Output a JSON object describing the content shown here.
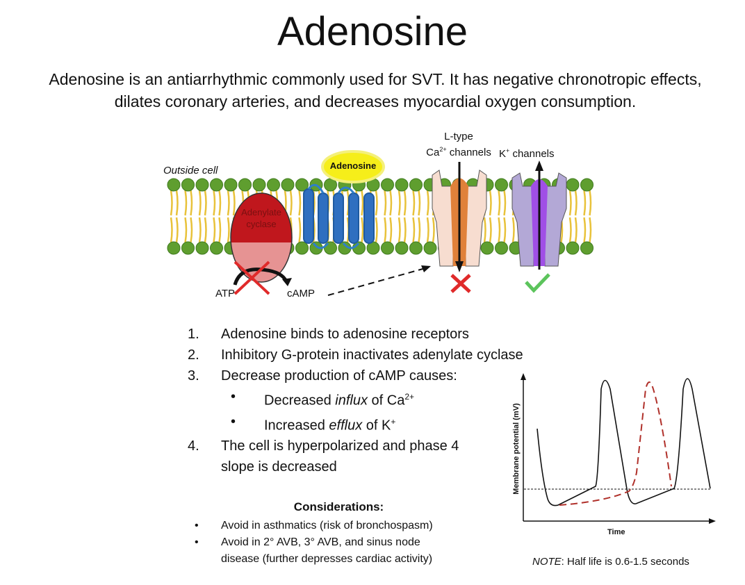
{
  "title": "Adenosine",
  "intro": "Adenosine is an antiarrhythmic commonly used for SVT. It has negative chronotropic effects, dilates coronary arteries, and decreases myocardial oxygen consumption.",
  "diagram": {
    "outside_cell": "Outside cell",
    "adenosine": "Adenosine",
    "adenylate_cyclase_1": "Adenylate",
    "adenylate_cyclase_2": "cyclase",
    "ca_channel_1": "L-type",
    "ca_channel_2_base": "Ca",
    "ca_channel_2_sup": "2+",
    "ca_channel_2_rest": " channels",
    "k_channel_base": "K",
    "k_channel_sup": "+",
    "k_channel_rest": " channels",
    "atp": "ATP",
    "camp": "cAMP"
  },
  "steps": [
    {
      "n": "1.",
      "text": "Adenosine binds to adenosine receptors"
    },
    {
      "n": "2.",
      "text": "Inhibitory G-protein inactivates adenylate cyclase"
    },
    {
      "n": "3.",
      "text": "Decrease production of cAMP causes:"
    },
    {
      "n": "4.",
      "text": "The cell is hyperpolarized and phase 4",
      "text2": "slope is decreased"
    }
  ],
  "substeps": [
    {
      "bullet": "•",
      "pre": "Decreased ",
      "em": "influx",
      "post": " of Ca",
      "sup": "2+"
    },
    {
      "bullet": "•",
      "pre": "Increased ",
      "em": "efflux",
      "post": " of K",
      "sup": "+"
    }
  ],
  "considerations": {
    "title": "Considerations:",
    "items": [
      {
        "bullet": "•",
        "line1": "Avoid in asthmatics (risk of bronchospasm)"
      },
      {
        "bullet": "•",
        "line1": "Avoid in 2° AVB, 3° AVB, and sinus node",
        "line2": "disease (further depresses cardiac activity)"
      }
    ]
  },
  "graph": {
    "ylabel": "Membrane potential (mV)",
    "xlabel": "Time",
    "note_em": "NOTE",
    "note_rest": ": Half life is 0.6-1.5 seconds",
    "colors": {
      "normal": "#111111",
      "adenosine": "#b0302a"
    }
  }
}
